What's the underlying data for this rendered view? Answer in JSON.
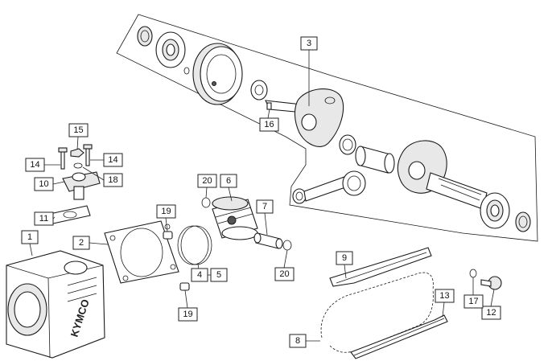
{
  "callouts": [
    {
      "label": "1"
    },
    {
      "label": "2"
    },
    {
      "label": "3"
    },
    {
      "label": "4"
    },
    {
      "label": "5"
    },
    {
      "label": "6"
    },
    {
      "label": "7"
    },
    {
      "label": "8"
    },
    {
      "label": "9"
    },
    {
      "label": "10"
    },
    {
      "label": "11"
    },
    {
      "label": "12"
    },
    {
      "label": "13"
    },
    {
      "label": "14"
    },
    {
      "label": "14"
    },
    {
      "label": "15"
    },
    {
      "label": "16"
    },
    {
      "label": "17"
    },
    {
      "label": "18"
    },
    {
      "label": "19"
    },
    {
      "label": "19"
    },
    {
      "label": "20"
    },
    {
      "label": "20"
    }
  ],
  "cylinder_logo": "KYMCO",
  "colors": {
    "line": "#1a1a1a",
    "background": "#ffffff"
  }
}
